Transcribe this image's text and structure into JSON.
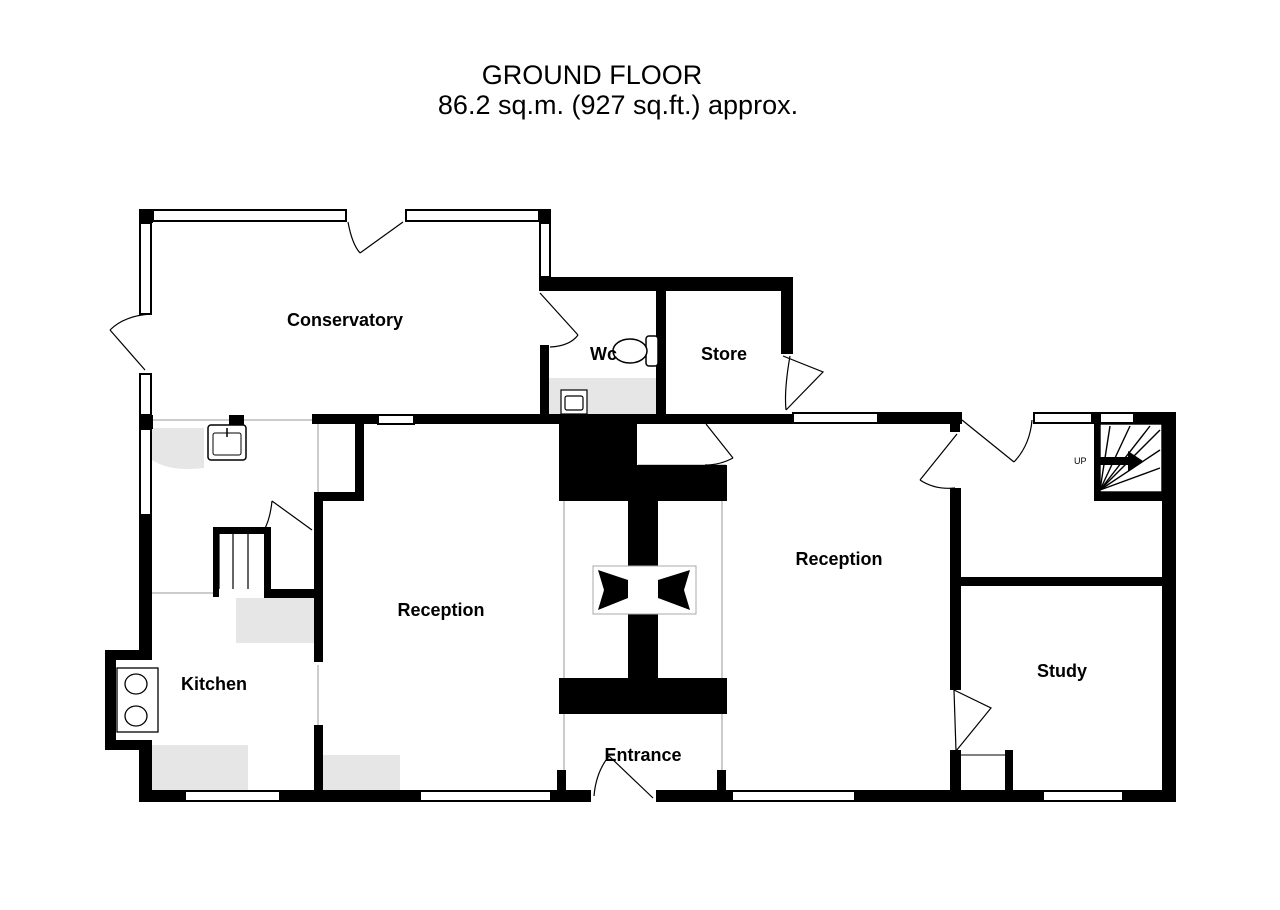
{
  "header": {
    "title": "GROUND FLOOR",
    "area": "86.2 sq.m. (927 sq.ft.) approx."
  },
  "rooms": {
    "conservatory": "Conservatory",
    "wc": "Wc",
    "store": "Store",
    "kitchen": "Kitchen",
    "reception_left": "Reception",
    "reception_right": "Reception",
    "entrance": "Entrance",
    "study": "Study",
    "stairs_up": "UP"
  },
  "colors": {
    "wall": "#000000",
    "fixture": "#e6e6e6",
    "thin": "#9a9a9a"
  }
}
